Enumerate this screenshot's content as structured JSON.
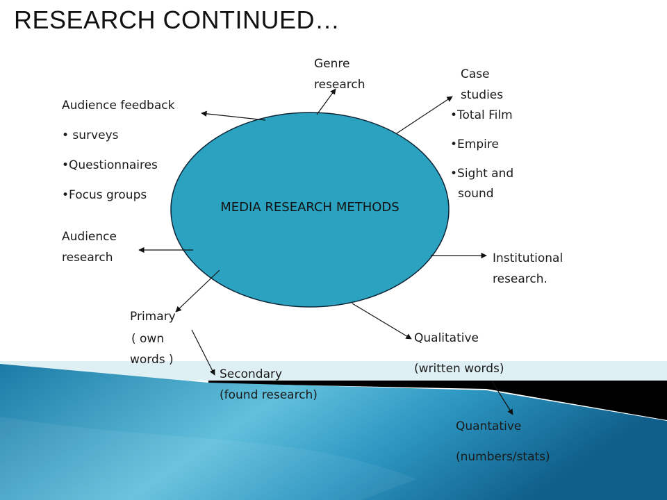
{
  "slide": {
    "title": "RESEARCH CONTINUED…",
    "center_label": "MEDIA RESEARCH METHODS"
  },
  "nodes": {
    "genre": [
      "Genre",
      "research"
    ],
    "case": [
      "Case",
      "studies"
    ],
    "case_items": [
      "•Total Film",
      "•Empire",
      "•Sight and",
      "sound"
    ],
    "audience_feedback_title": "Audience feedback",
    "audience_feedback_items": [
      "• surveys",
      "•Questionnaires",
      "•Focus groups"
    ],
    "audience_research": [
      "Audience",
      "research"
    ],
    "institutional": [
      "Institutional",
      "research."
    ],
    "primary": [
      "Primary",
      "( own",
      "words )"
    ],
    "secondary": [
      "Secondary",
      "(found research)"
    ],
    "qualitative": [
      "Qualitative",
      "(written words)"
    ],
    "quantitative": [
      "Quantative",
      "(numbers/stats)"
    ]
  },
  "colors": {
    "ellipse_fill": "#2ba2bf",
    "ellipse_stroke": "#0d2436",
    "banner_light": "#dff0f4",
    "banner_dark": "#000000",
    "wave_blue": "#2a8db5"
  }
}
